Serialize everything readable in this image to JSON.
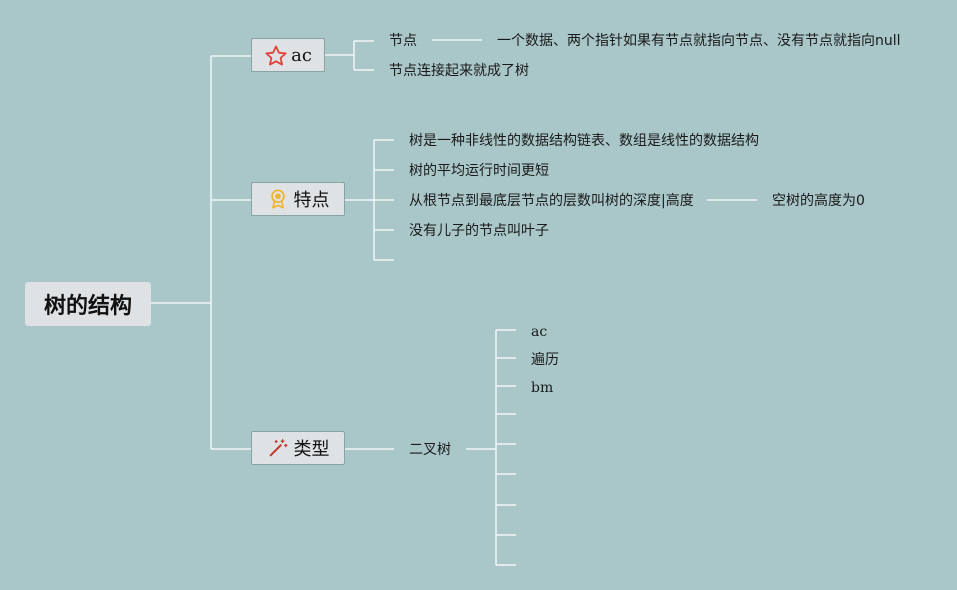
{
  "root": {
    "label": "树的结构"
  },
  "branches": {
    "ac": {
      "label": "ac",
      "icon": "star-icon",
      "children": [
        "节点",
        "节点连接起来就成了树"
      ],
      "node_detail": "一个数据、两个指针如果有节点就指向节点、没有节点就指向null"
    },
    "features": {
      "label": "特点",
      "icon": "award-ribbon-icon",
      "children": [
        "树是一种非线性的数据结构链表、数组是线性的数据结构",
        "树的平均运行时间更短",
        "从根节点到最底层节点的层数叫树的深度|高度",
        "没有儿子的节点叫叶子"
      ],
      "depth_detail": "空树的高度为0"
    },
    "types": {
      "label": "类型",
      "icon": "magic-wand-icon",
      "child": "二叉树",
      "binary_tree_children": [
        "ac",
        "遍历",
        "bm"
      ]
    }
  },
  "colors": {
    "background": "#a9c6c9",
    "connector": "#f2f6f6",
    "star": "#e0413a",
    "ribbon": "#f0b429",
    "wand": "#c0392b"
  }
}
